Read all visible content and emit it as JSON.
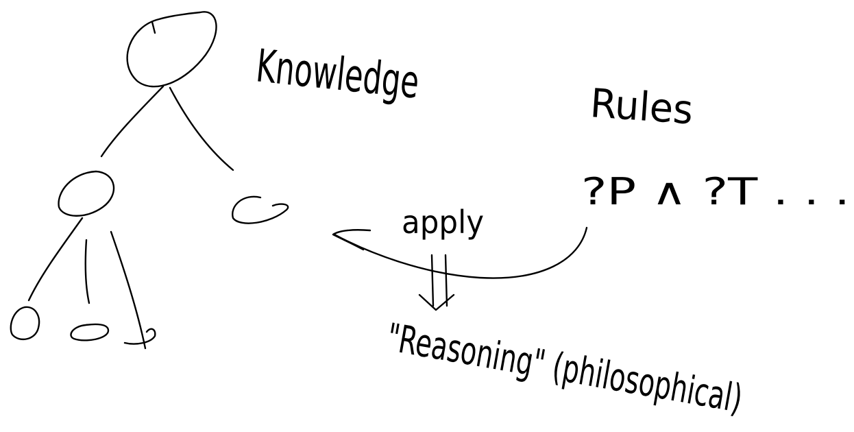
{
  "colors": {
    "ink": "#000000",
    "background": "#ffffff"
  },
  "labels": {
    "knowledge": "Knowledge",
    "rules": "Rules",
    "rule_expr": "?P ∧ ?T . . .",
    "apply": "apply",
    "reasoning": "\"Reasoning\" (philosophical)"
  }
}
